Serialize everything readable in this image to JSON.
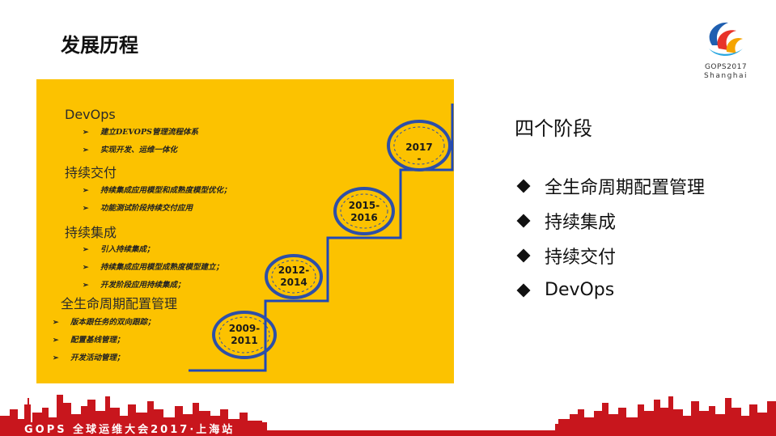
{
  "slide": {
    "title": "发展历程"
  },
  "logo": {
    "line1": "GOPS2017",
    "line2": "Shanghai"
  },
  "panel": {
    "stages": [
      {
        "heading": "DevOps",
        "items": [
          "建立DEVOPS管理流程体系",
          "实现开发、运维一体化"
        ]
      },
      {
        "heading": "持续交付",
        "items": [
          "持续集成应用模型和成熟度模型优化；",
          "功能测试阶段持续交付应用"
        ]
      },
      {
        "heading": "持续集成",
        "items": [
          "引入持续集成；",
          "持续集成应用模型成熟度模型建立；",
          "开发阶段应用持续集成；"
        ]
      },
      {
        "heading": "全生命周期配置管理",
        "items": [
          "版本跟任务的双向跟踪；",
          "配置基线管理；",
          "开发活动管理；"
        ]
      }
    ],
    "years": [
      {
        "line1": "2009-",
        "line2": "2011"
      },
      {
        "line1": "2012-",
        "line2": "2014"
      },
      {
        "line1": "2015-",
        "line2": "2016"
      },
      {
        "line1": "2017",
        "line2": "-"
      }
    ],
    "bullet_glyph": "➢",
    "circle_color": "#2d4fa8",
    "stair_color": "#1f48b8"
  },
  "right": {
    "heading": "四个阶段",
    "items": [
      "全生命周期配置管理",
      "持续集成",
      "持续交付",
      "DevOps"
    ]
  },
  "footer": {
    "text": "GOPS 全球运维大会2017·上海站",
    "bar_color": "#c8161d"
  }
}
